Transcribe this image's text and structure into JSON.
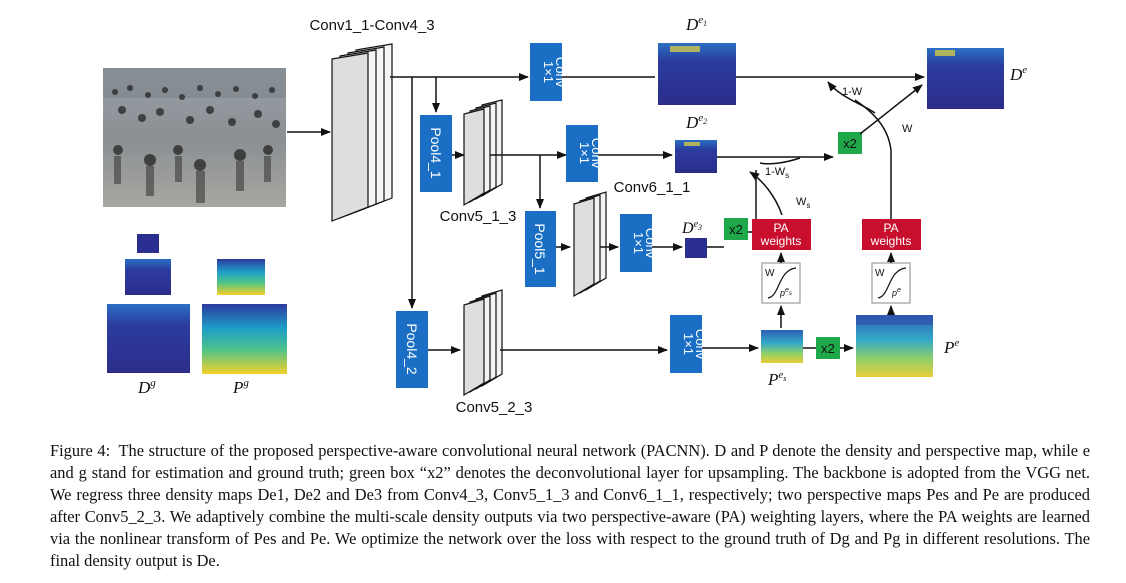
{
  "figure": {
    "backbone_label": "Conv1_1-Conv4_3",
    "conv5_1_3_label": "Conv5_1_3",
    "conv6_1_1_label": "Conv6_1_1",
    "conv5_2_3_label": "Conv5_2_3",
    "pool4_1_label": "Pool4_1",
    "pool5_1_label": "Pool5_1",
    "pool4_2_label": "Pool4_2",
    "conv1x1_line1": "1×1",
    "conv1x1_line2": "Conv",
    "x2_label": "x2",
    "pa_line1": "PA",
    "pa_line2": "weights",
    "transform_w": "W",
    "weight_labels": {
      "one_minus_w": "1-W",
      "w": "W",
      "one_minus_ws": "1-W",
      "ws": "W",
      "sub_s": "s"
    },
    "density_labels": {
      "de1_base": "D",
      "de1_sup": "e",
      "de1_sub": "1",
      "de2_base": "D",
      "de2_sup": "e",
      "de2_sub": "2",
      "de3_base": "D",
      "de3_sup": "e",
      "de3_sub": "3",
      "de_base": "D",
      "de_sup": "e"
    },
    "perspective_labels": {
      "pes_base": "P",
      "pes_sup": "e",
      "pes_sub": "s",
      "pe_base": "P",
      "pe_sup": "e",
      "pes_small_base": "p",
      "pes_small_sup": "e",
      "pes_small_sub": "s",
      "pe_small_base": "p",
      "pe_small_sup": "e"
    },
    "gt_labels": {
      "dg_base": "D",
      "dg_sup": "g",
      "pg_base": "P",
      "pg_sup": "g"
    }
  },
  "colors": {
    "conv_blue": "#1a6fc4",
    "x2_green": "#1ea84a",
    "pa_red": "#c8102e",
    "density_dark": "#2a2f8f",
    "arrow": "#111111"
  },
  "caption": {
    "label": "Figure 4:",
    "text": "The structure of the proposed perspective-aware convolutional neural network (PACNN). D and P denote the density and perspective map, while e and g stand for estimation and ground truth; green box “x2” denotes the deconvolutional layer for upsampling. The backbone is adopted from the VGG net. We regress three density maps De1, De2 and De3 from Conv4_3, Conv5_1_3 and Conv6_1_1, respectively; two perspective maps Pes and Pe are produced after Conv5_2_3. We adaptively combine the multi-scale density outputs via two perspective-aware (PA) weighting layers, where the PA weights are learned via the nonlinear transform of Pes and Pe. We optimize the network over the loss with respect to the ground truth of Dg and Pg in different resolutions. The final density output is De."
  }
}
